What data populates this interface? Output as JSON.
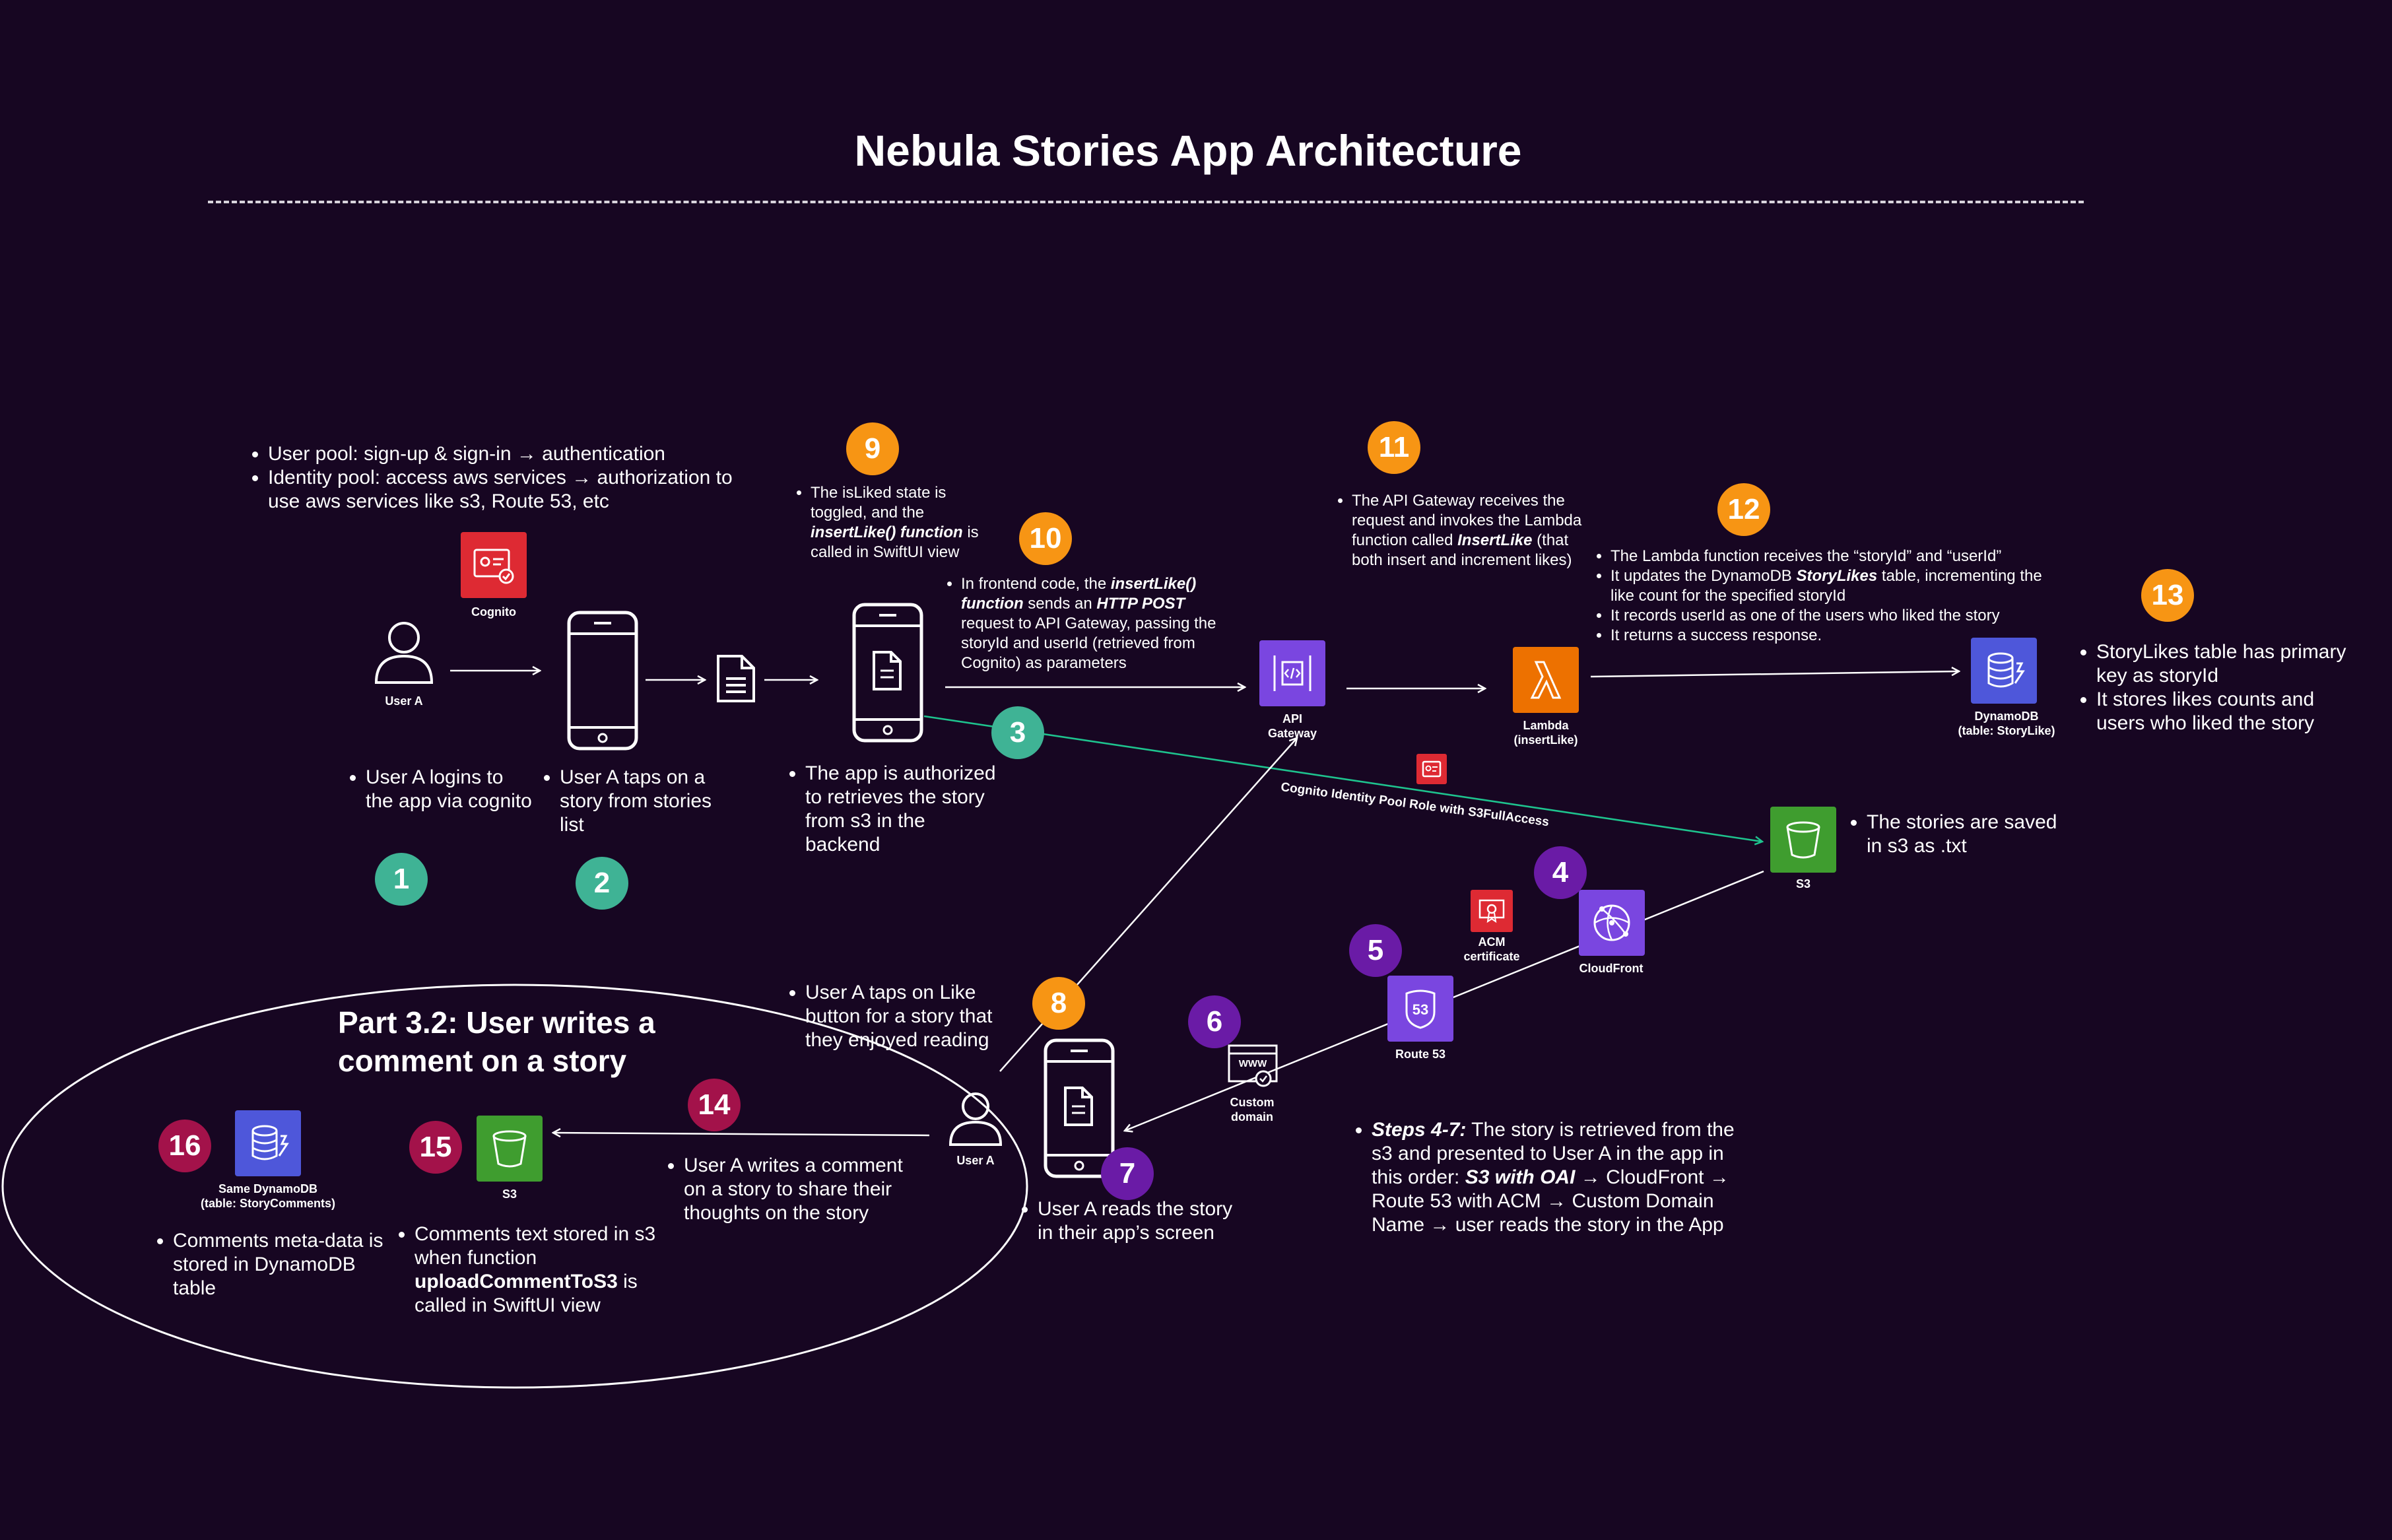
{
  "title": "Nebula Stories App Architecture",
  "colors": {
    "background": "#170622",
    "teal": "#3fb395",
    "orange": "#f79514",
    "purple": "#6a1ba6",
    "crimson": "#a3124a",
    "green_connector": "#1ec38e"
  },
  "steps": {
    "s1": "1",
    "s2": "2",
    "s3": "3",
    "s4": "4",
    "s5": "5",
    "s6": "6",
    "s7": "7",
    "s8": "8",
    "s9": "9",
    "s10": "10",
    "s11": "11",
    "s12": "12",
    "s13": "13",
    "s14": "14",
    "s15": "15",
    "s16": "16"
  },
  "nodes": {
    "user_a": "User A",
    "user_a_bottom": "User A",
    "cognito": "Cognito",
    "api_gateway": "API Gateway",
    "lambda_1": "Lambda",
    "lambda_2": "(insertLike)",
    "dynamodb_1": "DynamoDB",
    "dynamodb_2": "(table: StoryLike)",
    "s3": "S3",
    "s3_bottom": "S3",
    "cloudfront": "CloudFront",
    "acm_1": "ACM",
    "acm_2": "certificate",
    "route53": "Route 53",
    "custom_domain_1": "Custom",
    "custom_domain_2": "domain",
    "same_dynamodb_1": "Same DynamoDB",
    "same_dynamodb_2": "(table: StoryComments)"
  },
  "connector_label": "Cognito Identity Pool Role with S3FullAccess",
  "cognito_notes": {
    "l1": "User pool: sign-up & sign-in → authentication",
    "l2": "Identity pool: access aws services → authorization to use aws services like s3, Route 53, etc"
  },
  "note_1": "User A logins to the app via cognito",
  "note_2": "User A taps on a story from stories list",
  "note_3": "The app is authorized to retrieves the story from s3 in the backend",
  "note_9": {
    "a": "The isLiked state is toggled, and the ",
    "b": "insertLike() function",
    "c": " is called in SwiftUI view"
  },
  "note_10": {
    "a": "In frontend code, the ",
    "b": "insertLike() function",
    "c": " sends an ",
    "d": "HTTP POST",
    "e": " request to API Gateway, passing the storyId and userId (retrieved from Cognito) as parameters"
  },
  "note_11": {
    "a": "The API Gateway receives the request and invokes the Lambda function called ",
    "b": "InsertLike",
    "c": " (that both insert and increment likes)"
  },
  "note_12": {
    "l1": "The Lambda function receives the “storyId” and “userId”",
    "l2a": "It updates the DynamoDB ",
    "l2b": "StoryLikes",
    "l2c": " table, incrementing the like count for the specified storyId",
    "l3": "It records userId as one of the users who liked the story",
    "l4": "It returns a success response."
  },
  "note_13": {
    "l1": "StoryLikes table has primary key as storyId",
    "l2": "It stores likes counts and users who liked the story"
  },
  "note_s3": "The stories are saved in s3 as .txt",
  "note_8": "User A taps on Like button for a story that they enjoyed reading",
  "note_7": "User A reads the story in their app’s screen",
  "note_steps47": {
    "a": "Steps 4-7:",
    "b": " The story is retrieved from the s3 and presented to User A in the app in this order: ",
    "c": "S3 with OAI",
    "d": " → CloudFront → Route 53 with ACM → Custom Domain Name → user reads the story in the App"
  },
  "part32_title": "Part 3.2: User writes a comment on a story",
  "note_14": "User A writes a comment on a story to share their thoughts on the story",
  "note_15": {
    "a": "Comments text stored in s3 when function ",
    "b": "uploadCommentToS3",
    "c": " is called in SwiftUI view"
  },
  "note_16": "Comments meta-data is stored in DynamoDB table"
}
